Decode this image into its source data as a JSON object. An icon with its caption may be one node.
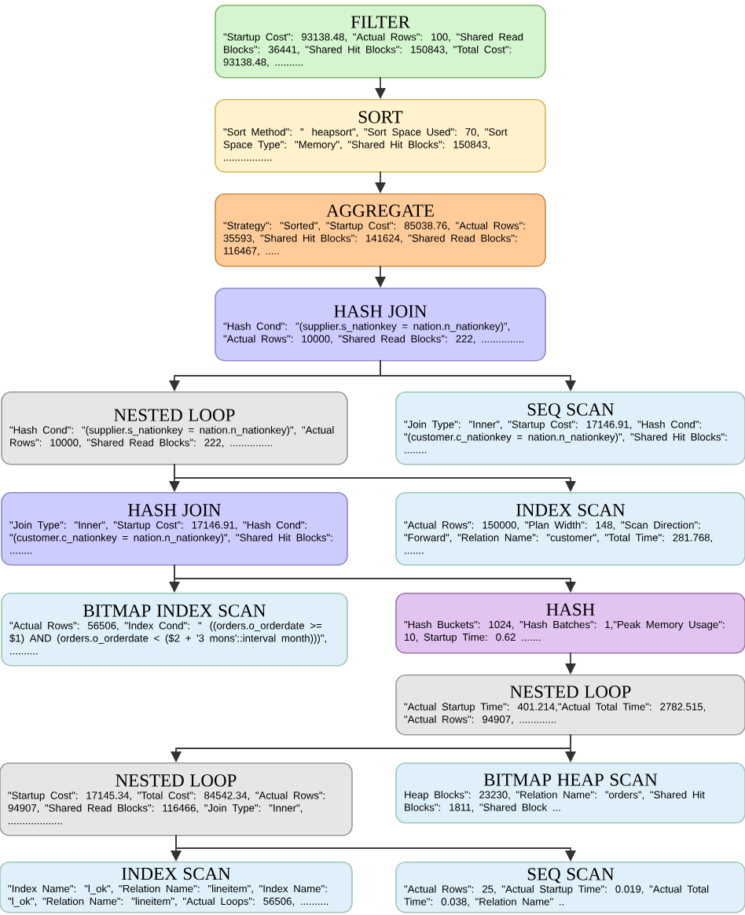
{
  "diagram": {
    "nodes": [
      {
        "text": [
          "FILTER",
          "\"Startup Cost\": 93138.48, \"Actual Rows\": 100, \"Shared Read Blocks\": 36441, \"Shared Hit Blocks\": 150843, \"Total Cost\": 93138.48, .........."
        ]
      },
      {
        "text": [
          "SORT",
          "\"Sort Method\": \" heapsort\", \"Sort Space Used\": 70, \"Sort Space Type\": \"Memory\", \"Shared Hit Blocks\": 150843, ................."
        ]
      },
      {
        "text": [
          "AGGREGATE",
          "\"Strategy\": \"Sorted\", \"Startup Cost\": 85038.76, \"Actual Rows\": 35593, \"Shared Hit Blocks\": 141624, \"Shared Read Blocks\": 116467, ....."
        ]
      },
      {
        "text": [
          "HASH JOIN",
          "\"Hash Cond\": \"(supplier.s_nationkey = nation.n_nationkey)\", \"Actual Rows\": 10000, \"Shared Read Blocks\": 222, ..............."
        ]
      },
      {
        "text": [
          "NESTED LOOP",
          "\"Hash Cond\": \"(supplier.s_nationkey = nation.n_nationkey)\", \"Actual Rows\": 10000, \"Shared Read Blocks\": 222, ..............."
        ]
      },
      {
        "text": [
          "SEQ SCAN",
          "\"Join Type\": \"Inner\", \"Startup Cost\": 17146.91, \"Hash Cond\": \"(customer.c_nationkey = nation.n_nationkey)\", \"Shared Hit Blocks\": ........"
        ]
      },
      {
        "text": [
          "HASH JOIN",
          "\"Join Type\": \"Inner\", \"Startup Cost\": 17146.91, \"Hash Cond\": \"(customer.c_nationkey = nation.n_nationkey)\", \"Shared Hit Blocks\": ........"
        ]
      },
      {
        "text": [
          "INDEX SCAN",
          "\"Actual Rows\": 150000, \"Plan Width\": 148, \"Scan Direction\": \"Forward\", \"Relation Name\": \"customer\", \"Total Time\": 281.768, ......."
        ]
      },
      {
        "text": [
          "BITMAP INDEX SCAN",
          "\"Actual Rows\": 56506, \"Index Cond\": \" ((orders.o_orderdate >= $1) AND (orders.o_orderdate < ($2 + '3 mons'::interval month)))\", .........."
        ]
      },
      {
        "text": [
          "HASH",
          "\"Hash Buckets\": 1024, \"Hash Batches\": 1,\"Peak Memory Usage\": 10, Startup Time: 0.62 ......."
        ]
      },
      {
        "text": [
          "NESTED LOOP",
          "\"Actual Startup Time\": 401.214,\"Actual Total Time\": 2782.515, \"Actual Rows\": 94907, ............."
        ]
      },
      {
        "text": [
          "NESTED LOOP",
          "\"Startup Cost\": 17145.34, \"Total Cost\": 84542.34, \"Actual Rows\": 94907, \"Shared Read Blocks\": 116466, \"Join Type\": \"Inner\", ..................."
        ]
      },
      {
        "text": [
          "BITMAP HEAP SCAN",
          "Heap Blocks\": 23230, \"Relation Name\": \"orders\", \"Shared Hit Blocks\": 1811, \"Shared Block ..."
        ]
      },
      {
        "text": [
          "INDEX SCAN",
          "\"Index Name\": \"l_ok\", \"Relation Name\": \"lineitem\", \"Index Name\": \"l_ok\", \"Relation Name\": \"lineitem\", \"Actual Loops\": 56506, .........."
        ]
      },
      {
        "text": [
          "SEQ SCAN",
          "\"Actual Rows\": 25, \"Actual Startup Time\": 0.019, \"Actual Total Time\": 0.038, \"Relation Name\" .."
        ]
      }
    ],
    "edges": [
      {
        "from": 0,
        "to": 1,
        "arrow": "to"
      },
      {
        "from": 1,
        "to": 2,
        "arrow": "to"
      },
      {
        "from": 2,
        "to": 3,
        "arrow": "to"
      },
      {
        "from": 3,
        "to": 4,
        "arrow": "to"
      },
      {
        "from": 3,
        "to": 5,
        "arrow": "to"
      },
      {
        "from": 4,
        "to": 6,
        "arrow": "to"
      },
      {
        "from": 4,
        "to": 7,
        "arrow": "to"
      },
      {
        "from": 6,
        "to": 8,
        "arrow": "to"
      },
      {
        "from": 6,
        "to": 9,
        "arrow": "to"
      },
      {
        "from": 9,
        "to": 10,
        "arrow": "to"
      },
      {
        "from": 10,
        "to": 11,
        "arrow": "to"
      },
      {
        "from": 10,
        "to": 12,
        "arrow": "to"
      },
      {
        "from": 11,
        "to": 13,
        "arrow": "to"
      },
      {
        "from": 11,
        "to": 14,
        "arrow": "to"
      }
    ]
  }
}
